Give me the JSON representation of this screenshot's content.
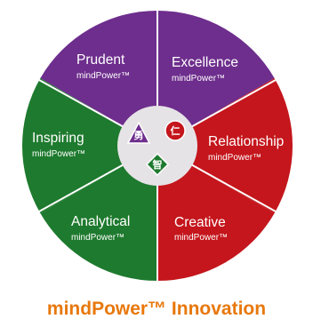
{
  "segments": [
    {
      "id": "prudent",
      "name": "Prudent",
      "sub": "mindPower™",
      "color": "#6e2e8d"
    },
    {
      "id": "excellence",
      "name": "Excellence",
      "sub": "mindPower™",
      "color": "#c4161c"
    },
    {
      "id": "relationship",
      "name": "Relationship",
      "sub": "mindPower™",
      "color": "#c4161c"
    },
    {
      "id": "creative",
      "name": "Creative",
      "sub": "mindPower™",
      "color": "#1e7a2e"
    },
    {
      "id": "analytical",
      "name": "Analytical",
      "sub": "mindPower™",
      "color": "#1e7a2e"
    },
    {
      "id": "inspiring",
      "name": "Inspiring",
      "sub": "mindPower™",
      "color": "#6e2e8d"
    }
  ],
  "badges": {
    "courage": {
      "char": "勇",
      "color": "#6e2e8d"
    },
    "benevolence": {
      "char": "仁",
      "color": "#c4161c"
    },
    "wisdom": {
      "char": "智",
      "color": "#1e7a2e"
    }
  },
  "caption": {
    "text": "mindPower™ Innovation",
    "color": "#e8780c"
  }
}
